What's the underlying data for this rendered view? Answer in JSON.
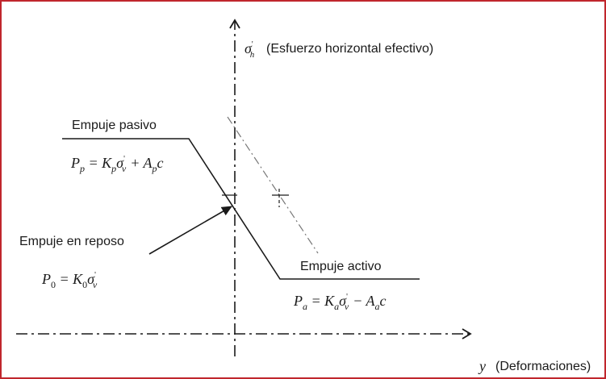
{
  "axes": {
    "y_label": "(Esfuerzo horizontal efectivo)",
    "x_symbol": "y",
    "x_label": "(Deformaciones)"
  },
  "states": {
    "passive": {
      "title": "Empuje pasivo",
      "formula": {
        "lhs": "P",
        "lhs_sub": "p",
        "k": "K",
        "k_sub": "p",
        "plus": "+ A",
        "a_sub": "p",
        "tail": "c"
      }
    },
    "rest": {
      "title": "Empuje en reposo",
      "formula": {
        "lhs": "P",
        "lhs_sub": "0",
        "k": "K",
        "k_sub": "0"
      }
    },
    "active": {
      "title": "Empuje activo",
      "formula": {
        "lhs": "P",
        "lhs_sub": "a",
        "k": "K",
        "k_sub": "a",
        "minus": "− A",
        "a_sub": "a",
        "tail": "c"
      }
    }
  },
  "colors": {
    "border": "#c0262d",
    "ink": "#1a1a1a",
    "dashed_line": "#777777"
  }
}
